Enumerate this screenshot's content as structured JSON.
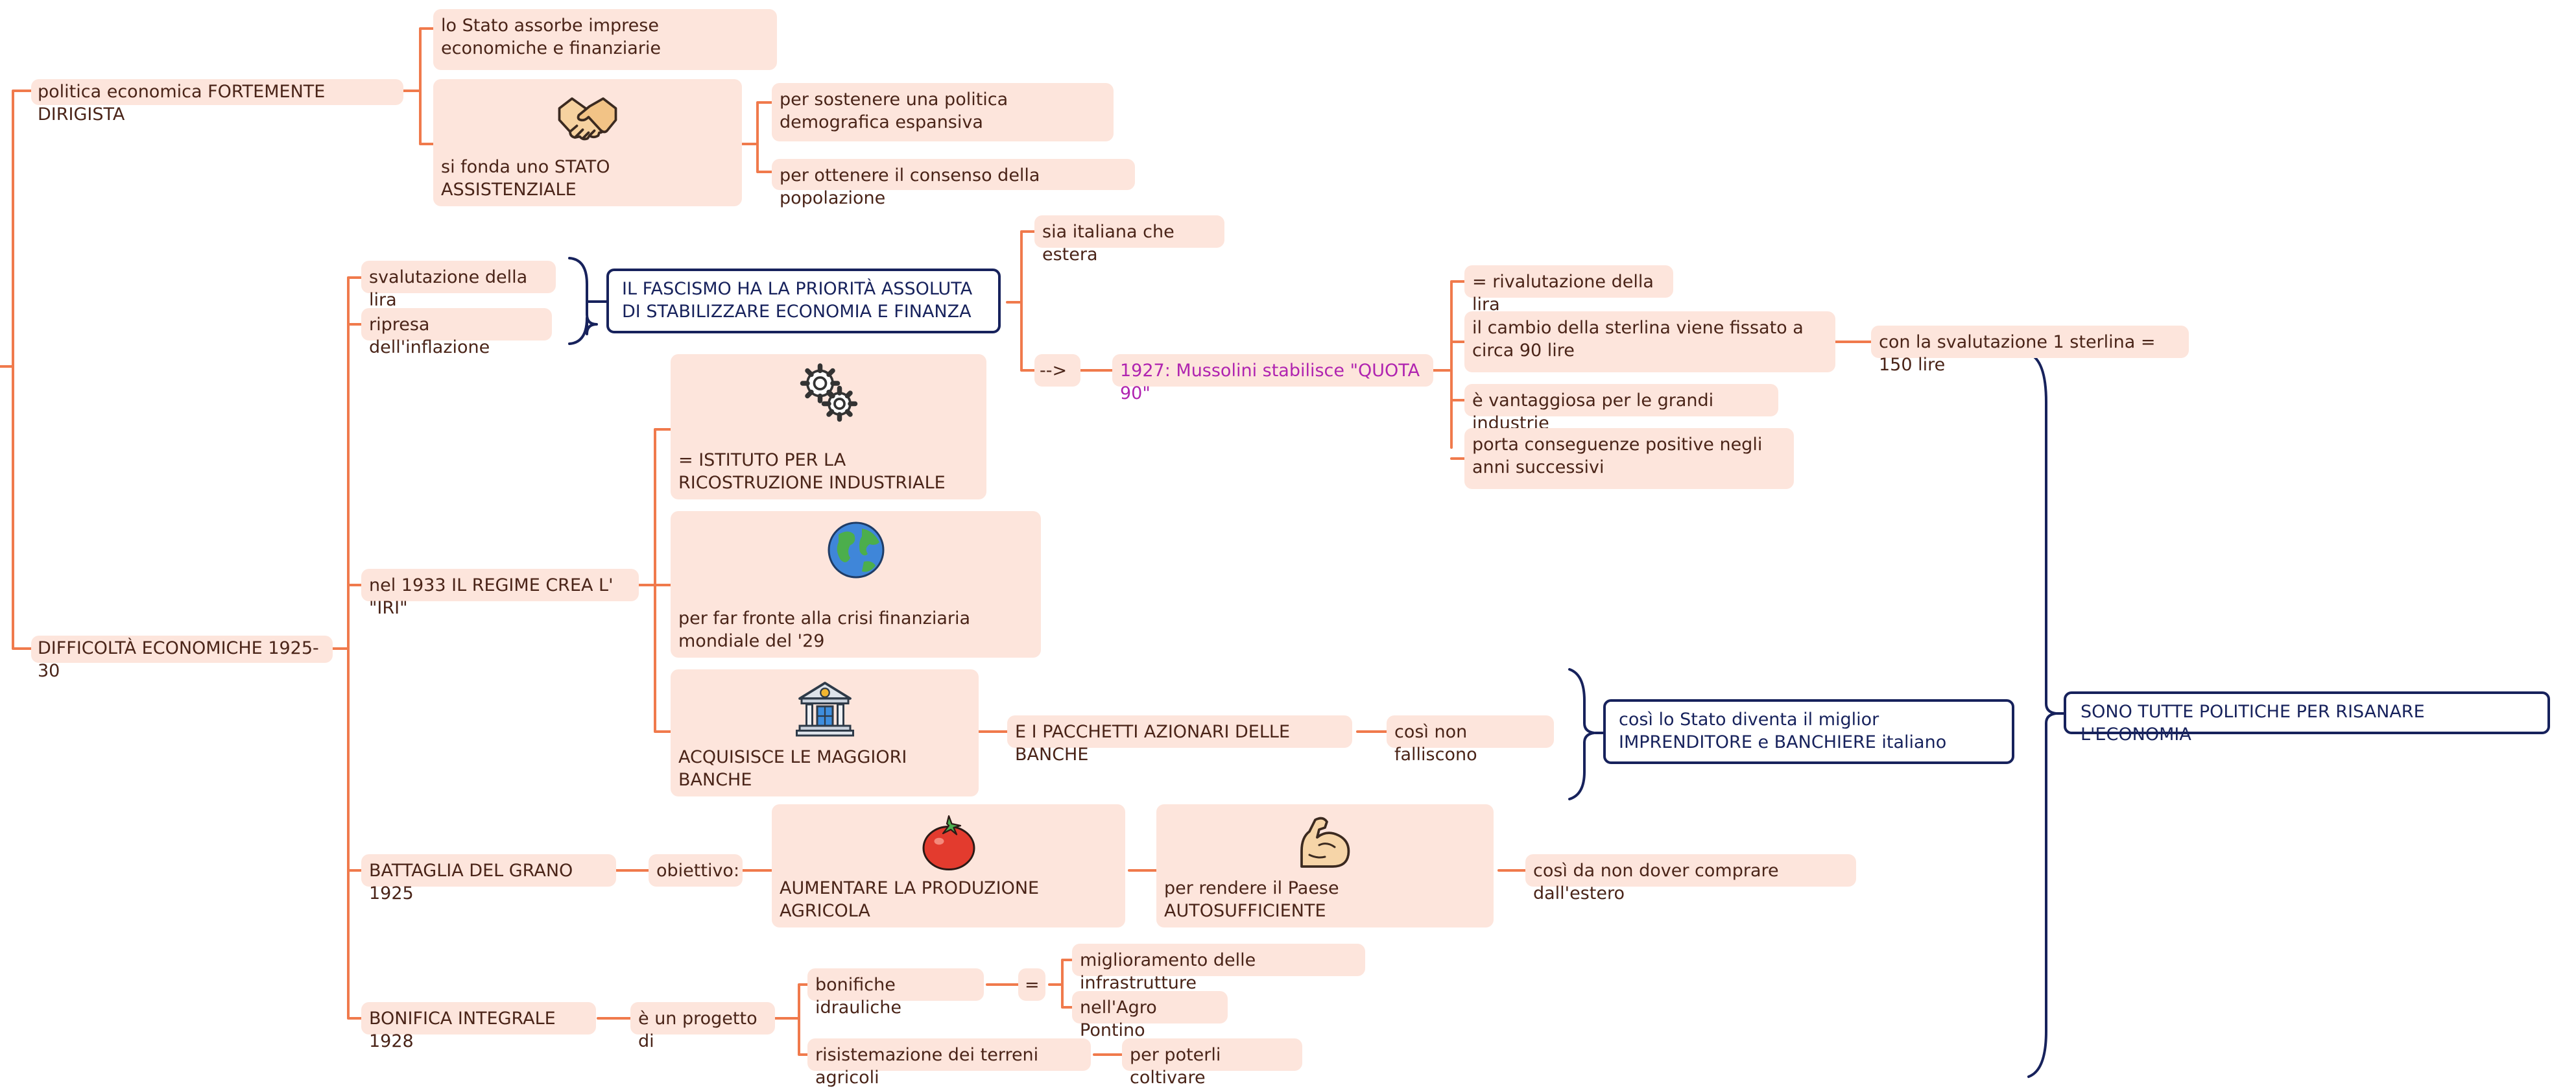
{
  "colors": {
    "connector": "#f07a4c",
    "node_fill": "#fde5dc",
    "node_text": "#4a2418",
    "highlight_text": "#b024b0",
    "frame": "#17225c"
  },
  "nodes": {
    "politica": "politica economica FORTEMENTE DIRIGISTA",
    "stato_assorbe": "lo Stato assorbe imprese economiche e finanziarie",
    "assistenziale": {
      "label": "si fonda uno STATO ASSISTENZIALE",
      "icon": "handshake-icon"
    },
    "demografica": "per sostenere una politica demografica espansiva",
    "consenso": "per ottenere il consenso della popolazione",
    "difficolta": "DIFFICOLTÀ ECONOMICHE 1925-30",
    "svalutazione": "svalutazione della lira",
    "inflazione": "ripresa dell'inflazione",
    "priorita": "IL FASCISMO HA LA PRIORITÀ ASSOLUTA DI STABILIZZARE ECONOMIA E FINANZA",
    "sia_italiana": "sia italiana che estera",
    "arrow": "-->",
    "quota90": "1927: Mussolini stabilisce \"QUOTA 90\"",
    "rivalutazione": "= rivalutazione della lira",
    "cambio": "il cambio della sterlina viene fissato a circa 90 lire",
    "svalutazione_150": "con la svalutazione 1 sterlina = 150 lire",
    "vantaggiosa": "è vantaggiosa per le grandi industrie",
    "conseguenze": "porta conseguenze positive negli anni successivi",
    "iri": "nel 1933 IL REGIME CREA L' \"IRI\"",
    "istituto": {
      "label": "= ISTITUTO PER LA RICOSTRUZIONE INDUSTRIALE",
      "icon": "gears-icon"
    },
    "crisi": {
      "label": "per far fronte alla crisi finanziaria mondiale del '29",
      "icon": "globe-icon"
    },
    "banche": {
      "label": "ACQUISISCE LE MAGGIORI BANCHE",
      "icon": "bank-icon"
    },
    "pacchetti": "E I PACCHETTI AZIONARI DELLE BANCHE",
    "falliscono": "così non falliscono",
    "imprenditore": "così lo Stato diventa il miglior IMPRENDITORE e BANCHIERE italiano",
    "sono_tutte": "SONO TUTTE POLITICHE PER RISANARE L'ECONOMIA",
    "battaglia": "BATTAGLIA DEL GRANO 1925",
    "obiettivo": "obiettivo:",
    "produzione": {
      "label": "AUMENTARE LA PRODUZIONE AGRICOLA",
      "icon": "tomato-icon"
    },
    "autosufficiente": {
      "label": "per rendere il Paese AUTOSUFFICIENTE",
      "icon": "muscle-icon"
    },
    "estero": "così da non dover comprare dall'estero",
    "bonifica": "BONIFICA INTEGRALE 1928",
    "progetto": "è un progetto di",
    "idrauliche": "bonifiche idrauliche",
    "uguale": "=",
    "infrastrutture": "miglioramento delle infrastrutture",
    "agro": "nell'Agro Pontino",
    "risistemazione": "risistemazione dei terreni agricoli",
    "coltivare": "per poterli coltivare"
  }
}
